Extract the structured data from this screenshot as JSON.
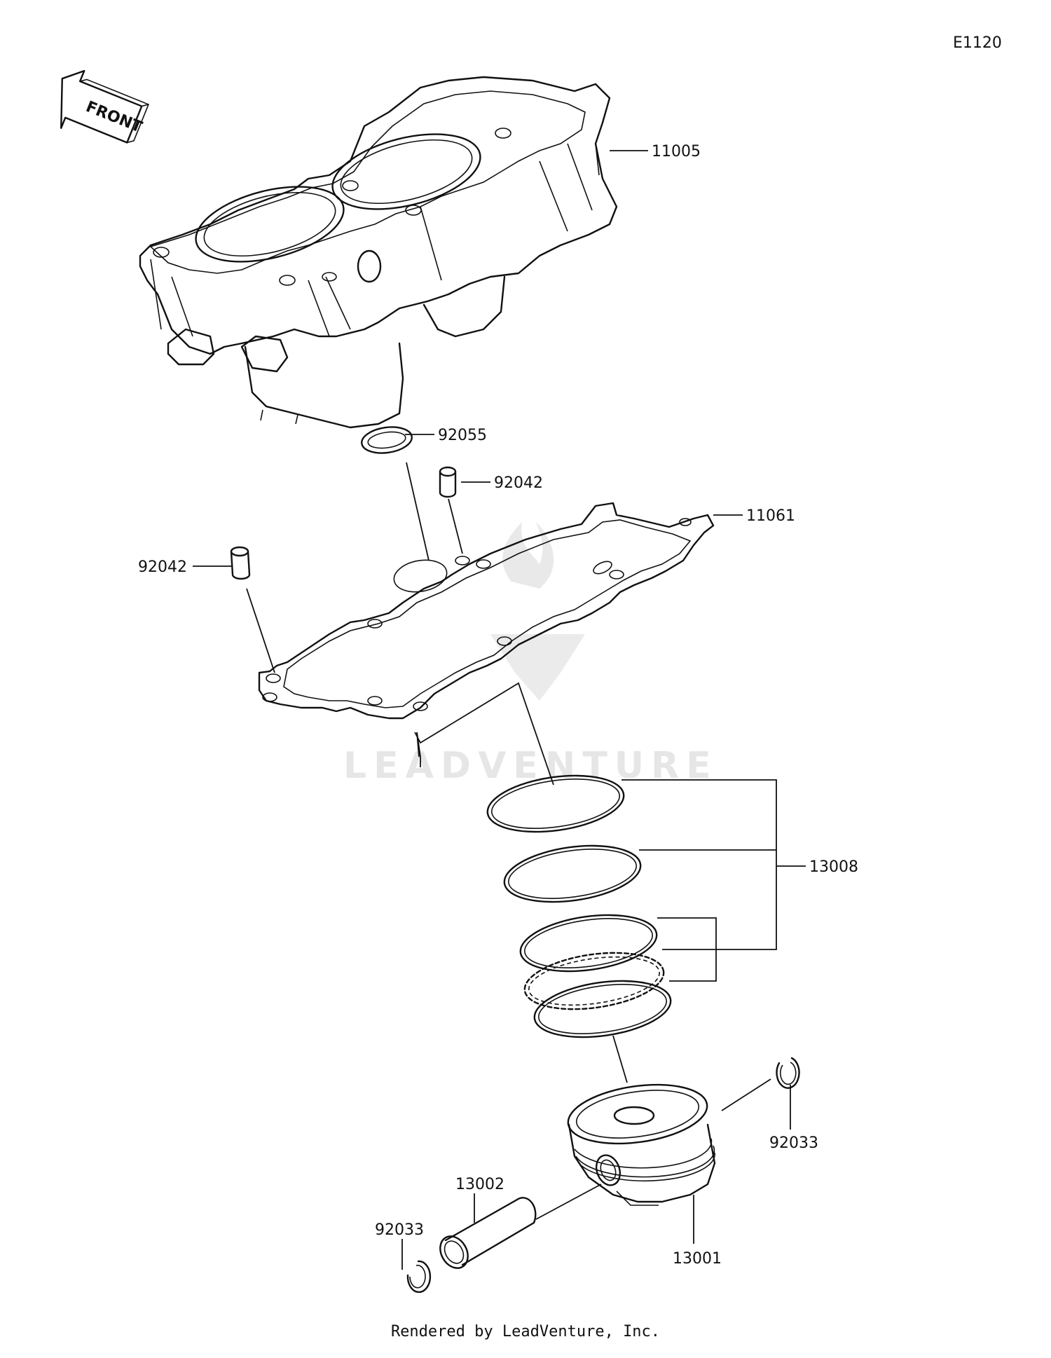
{
  "diagram": {
    "code": "E1120",
    "front_label": "FRONT",
    "watermark": "LEADVENTURE",
    "footer": "Rendered by LeadVenture, Inc."
  },
  "callouts": [
    {
      "id": "11005",
      "label": "11005",
      "part": "cylinder"
    },
    {
      "id": "92055",
      "label": "92055",
      "part": "o-ring"
    },
    {
      "id": "92042a",
      "label": "92042",
      "part": "dowel-pin"
    },
    {
      "id": "11061",
      "label": "11061",
      "part": "cylinder-base-gasket"
    },
    {
      "id": "92042b",
      "label": "92042",
      "part": "dowel-pin"
    },
    {
      "id": "13008",
      "label": "13008",
      "part": "piston-ring-set"
    },
    {
      "id": "92033a",
      "label": "92033",
      "part": "circlip"
    },
    {
      "id": "13002",
      "label": "13002",
      "part": "piston-pin"
    },
    {
      "id": "13001",
      "label": "13001",
      "part": "piston"
    },
    {
      "id": "92033b",
      "label": "92033",
      "part": "circlip"
    }
  ]
}
